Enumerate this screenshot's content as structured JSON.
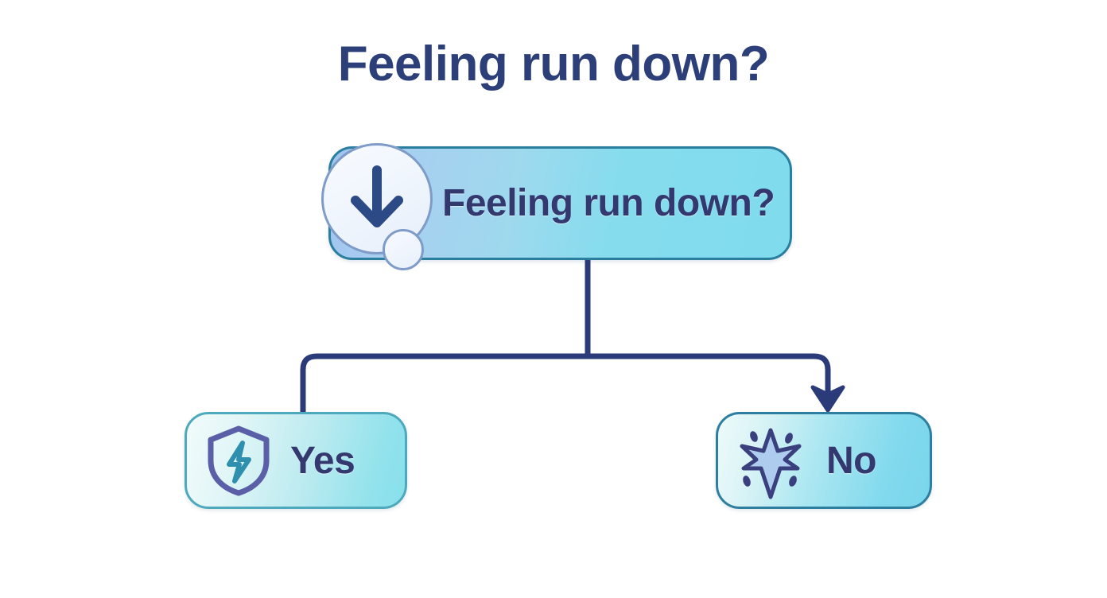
{
  "page": {
    "title": "Feeling run down?",
    "background_color": "#ffffff"
  },
  "colors": {
    "title_text": "#2c3f78",
    "node_text": "#33386e",
    "connector": "#2b3a79",
    "root_border": "#2b7f9e",
    "root_gradient_from": "#9fc4ef",
    "root_gradient_to": "#7fdced",
    "yes_border": "#4fa9bd",
    "yes_gradient_from": "#f2fbfb",
    "yes_gradient_to": "#87e0eb",
    "no_border": "#2e7f9f",
    "no_gradient_from": "#eefafa",
    "no_gradient_to": "#79d6ec",
    "badge_fill": "#f2f7fd",
    "badge_border": "#7f9cc9",
    "arrow_icon": "#2b4a86",
    "shield_outline": "#5b5fa8",
    "bolt_fill": "#2f8fae",
    "sparkle_fill": "#aecdee",
    "sparkle_outline": "#3a3f7e"
  },
  "diagram": {
    "type": "flowchart",
    "orientation": "top-down",
    "root": {
      "id": "root",
      "label": "Feeling run down?",
      "icon": "arrow-down-icon",
      "badge_icon": "circle-dot-icon"
    },
    "branches": [
      {
        "id": "yes",
        "label": "Yes",
        "icon": "shield-bolt-icon",
        "connector": "elbow-left",
        "arrowhead": false
      },
      {
        "id": "no",
        "label": "No",
        "icon": "sparkle-star-icon",
        "connector": "elbow-right",
        "arrowhead": true
      }
    ]
  }
}
